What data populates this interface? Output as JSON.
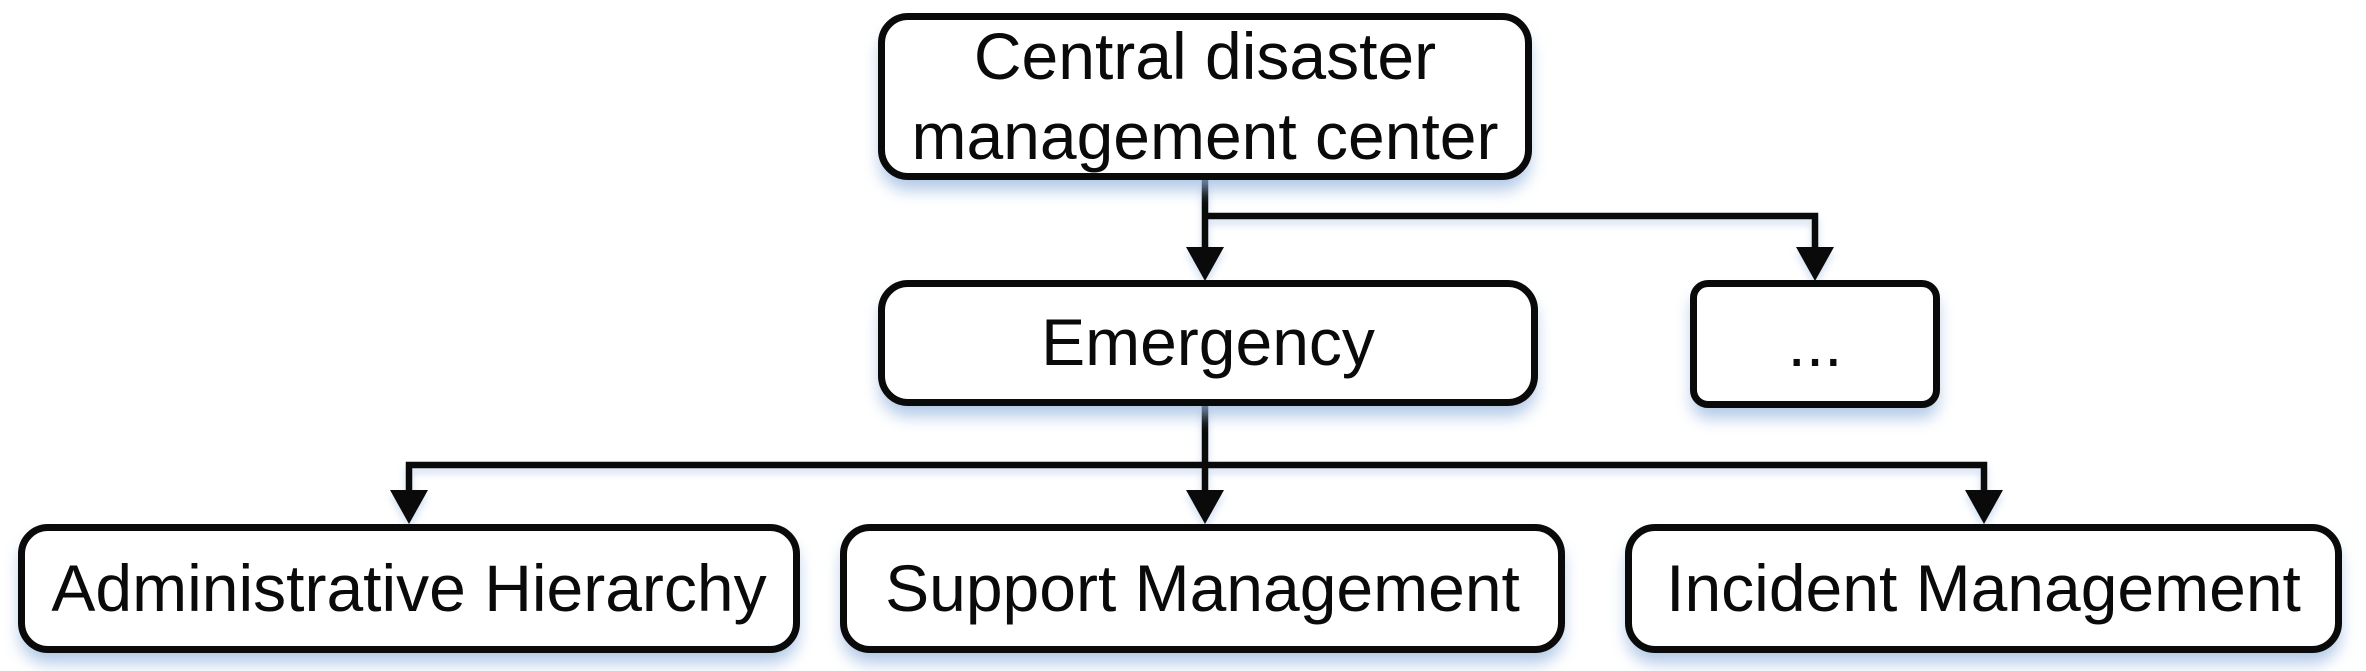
{
  "diagram": {
    "type": "hierarchy-flowchart",
    "colors": {
      "background": "#ffffff",
      "node_fill": "#ffffff",
      "node_border": "#0a0a0a",
      "connector": "#0a0a0a",
      "text": "#0a0a0a",
      "shadow": "#97b5df"
    },
    "nodes": {
      "central": {
        "label": "Central disaster management center"
      },
      "emergency": {
        "label": "Emergency"
      },
      "others": {
        "label": "..."
      },
      "admin": {
        "label": "Administrative Hierarchy"
      },
      "support": {
        "label": "Support Management"
      },
      "incident": {
        "label": "Incident Management"
      }
    },
    "edges": [
      {
        "from": "central",
        "to": "emergency"
      },
      {
        "from": "central",
        "to": "others"
      },
      {
        "from": "emergency",
        "to": "admin"
      },
      {
        "from": "emergency",
        "to": "support"
      },
      {
        "from": "emergency",
        "to": "incident"
      }
    ]
  }
}
